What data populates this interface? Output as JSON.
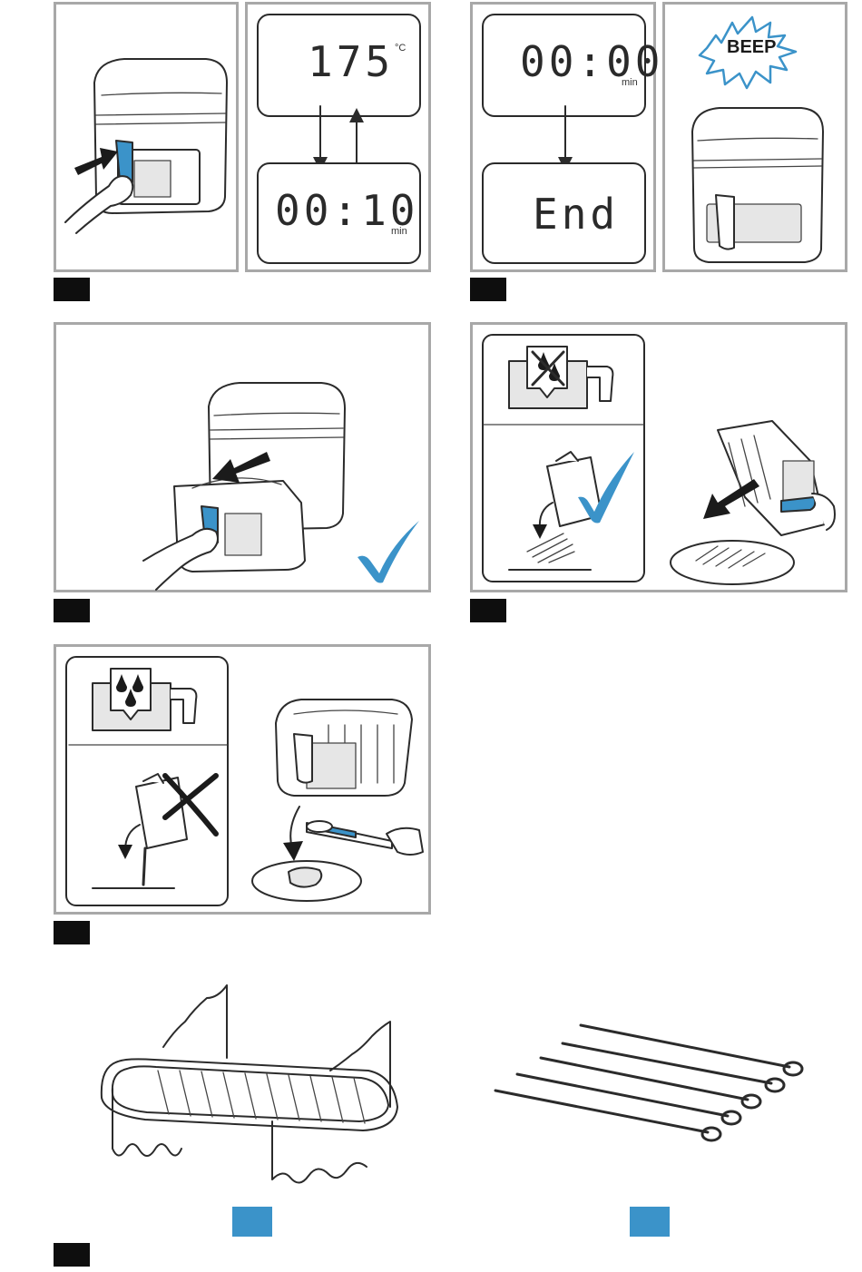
{
  "step1": {
    "temp": "175",
    "temp_unit": "°C",
    "time": "00:10",
    "time_unit": "min"
  },
  "step2": {
    "time": "00:00",
    "time_unit": "min",
    "end_text": "End",
    "beep_text": "BEEP"
  },
  "colors": {
    "accent": "#3b93c9",
    "frame": "#a8a8a8",
    "label": "#0e0e0e"
  },
  "icons": {
    "check": "check-mark-icon",
    "cross": "cross-mark-icon",
    "arrow": "arrow-icon",
    "droplet": "droplet-icon"
  }
}
